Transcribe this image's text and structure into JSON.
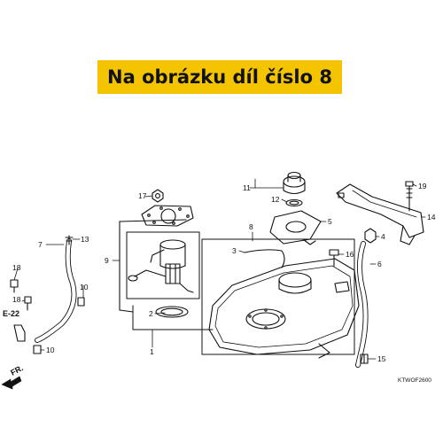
{
  "banner": {
    "text": "Na obrázku díl číslo 8",
    "color": "#f5c400"
  },
  "callouts": {
    "c1": "1",
    "c2": "2",
    "c3": "3",
    "c4": "4",
    "c5": "5",
    "c6": "6",
    "c7": "7",
    "c8": "8",
    "c9": "9",
    "c10a": "10",
    "c10b": "10",
    "c11": "11",
    "c12": "12",
    "c13": "13",
    "c14": "14",
    "c15": "15",
    "c16": "16",
    "c17": "17",
    "c18a": "18",
    "c18b": "18",
    "c19": "19"
  },
  "ref": {
    "e22": "E-22",
    "fr": "FR."
  },
  "diagram_code": "KTWOF2600"
}
